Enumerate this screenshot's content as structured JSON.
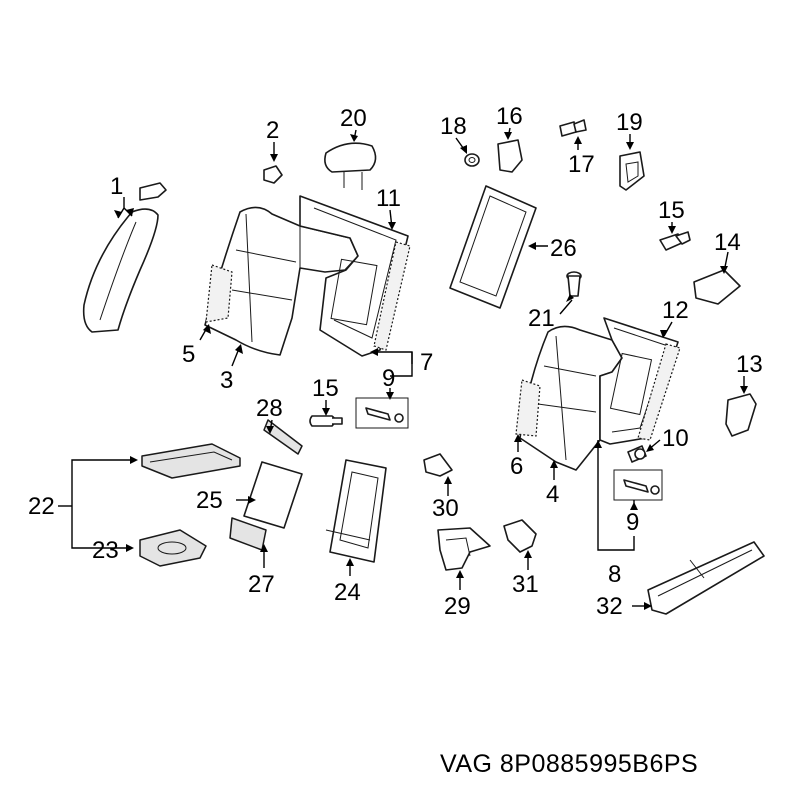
{
  "part_number_caption": "VAG 8P0885995B6PS",
  "callouts": {
    "c1": "1",
    "c2": "2",
    "c3": "3",
    "c4": "4",
    "c5": "5",
    "c6": "6",
    "c7": "7",
    "c8": "8",
    "c9a": "9",
    "c9b": "9",
    "c10": "10",
    "c11": "11",
    "c12": "12",
    "c13": "13",
    "c14": "14",
    "c15a": "15",
    "c15b": "15",
    "c16": "16",
    "c17": "17",
    "c18": "18",
    "c19": "19",
    "c20": "20",
    "c21": "21",
    "c22": "22",
    "c23": "23",
    "c24": "24",
    "c25": "25",
    "c26": "26",
    "c27": "27",
    "c28": "28",
    "c29": "29",
    "c30": "30",
    "c31": "31",
    "c32": "32"
  },
  "colors": {
    "line": "#1a1a1a",
    "background": "#ffffff",
    "fill_grey": "#e4e4e4"
  }
}
